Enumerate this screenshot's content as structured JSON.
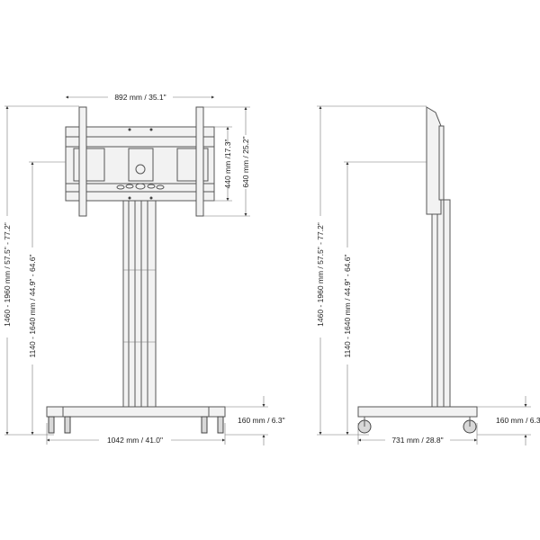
{
  "front_view": {
    "width_label": "892 mm / 35.1\"",
    "vesa_inner_label": "440 mm /17.3\"",
    "vesa_outer_label": "640 mm / 25.2\"",
    "total_height_label": "1460 - 1960 mm / 57.5\" - 77.2\"",
    "center_height_label": "1140 - 1640 mm / 44.9\" - 64.6\"",
    "base_height_label": "160 mm / 6.3\"",
    "base_width_label": "1042 mm / 41.0\""
  },
  "side_view": {
    "total_height_label": "1460 - 1960 mm / 57.5\" - 77.2\"",
    "center_height_label": "1140 - 1640 mm / 44.9\" - 64.6\"",
    "base_height_label": "160 mm / 6.3\"",
    "base_depth_label": "731 mm / 28.8\""
  }
}
